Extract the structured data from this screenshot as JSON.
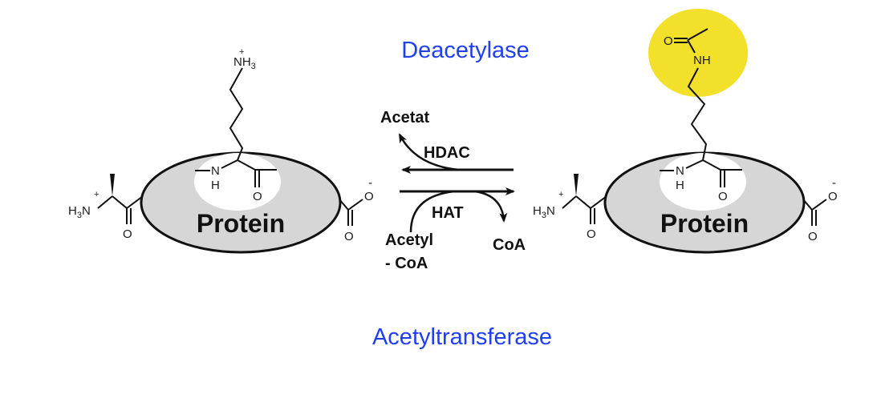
{
  "labels": {
    "deacetylase": "Deacetylase",
    "acetyltransferase": "Acetyltransferase"
  },
  "reaction": {
    "hdac": "HDAC",
    "hat": "HAT",
    "acetat": "Acetat",
    "acetyl": "Acetyl",
    "coa_line": "- CoA",
    "coa_product": "CoA"
  },
  "left_molecule": {
    "protein": "Protein",
    "nh3": "NH",
    "nh3_sub": "3",
    "h3n": "H",
    "h3n_sub": "3",
    "h3n_n": "N",
    "plus": "+",
    "nh": "N",
    "h": "H",
    "o_amide": "O",
    "o_carbonyl": "O",
    "o_carboxyl_1": "O",
    "o_carboxyl_2": "O",
    "minus": "-"
  },
  "right_molecule": {
    "protein": "Protein",
    "o_acetyl": "O",
    "nh_acetyl": "NH",
    "h3n": "H",
    "h3n_sub": "3",
    "h3n_n": "N",
    "plus": "+",
    "nh": "N",
    "h": "H",
    "o_amide": "O",
    "o_carbonyl": "O",
    "o_carboxyl_1": "O",
    "o_carboxyl_2": "O",
    "minus": "-"
  },
  "colors": {
    "label_blue": "#1f3ff0",
    "acetyl_highlight": "#f2e02a",
    "protein_fill": "#d6d6d6",
    "ink": "#111111"
  }
}
